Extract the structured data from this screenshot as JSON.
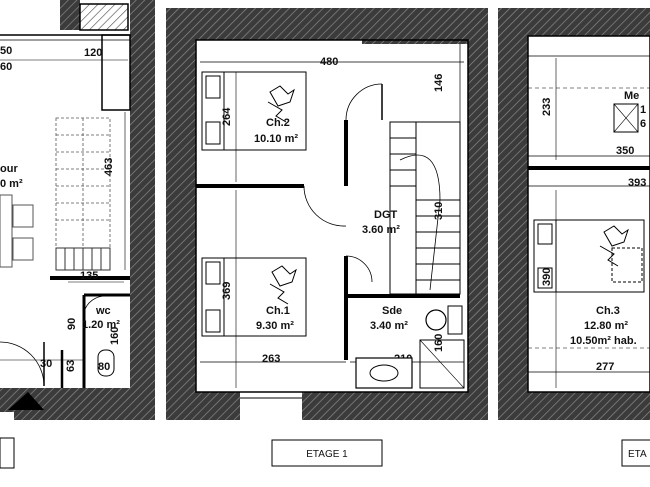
{
  "captions": {
    "left": "",
    "middle": "ETAGE 1",
    "right": "ETA"
  },
  "left_plan": {
    "dims": {
      "top_a": "50",
      "top_b": "60",
      "top_c": "120",
      "stair_h": "463",
      "d135": "135",
      "d90": "90",
      "d160": "160",
      "d30": "30",
      "d63": "63",
      "d80": "80"
    },
    "rooms": {
      "sejour_name": "our",
      "sejour_area": "0 m²",
      "wc_name": "wc",
      "wc_area": "1.20 m²"
    }
  },
  "middle_plan": {
    "dims": {
      "top_width": "480",
      "d146": "146",
      "d264": "264",
      "d310": "310",
      "d369": "369",
      "d263": "263",
      "d210": "210",
      "d160": "160"
    },
    "rooms": {
      "ch2_name": "Ch.2",
      "ch2_area": "10.10 m²",
      "dgt_name": "DGT",
      "dgt_area": "3.60 m²",
      "ch1_name": "Ch.1",
      "ch1_area": "9.30 m²",
      "sde_name": "Sde",
      "sde_area": "3.40 m²"
    }
  },
  "right_plan": {
    "dims": {
      "d233": "233",
      "d350": "350",
      "d393": "393",
      "d390": "390",
      "d277": "277"
    },
    "rooms": {
      "mezz_name": "Me",
      "mezz_a": "1",
      "mezz_b": "6",
      "ch3_name": "Ch.3",
      "ch3_area": "12.80 m²",
      "ch3_hab": "10.50m² hab."
    }
  }
}
